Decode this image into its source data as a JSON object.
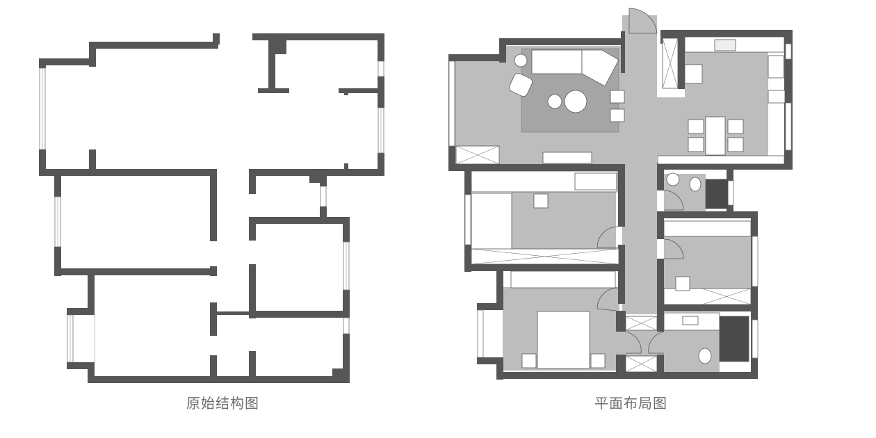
{
  "captions": {
    "original": "原始结构图",
    "layout": "平面布局图"
  },
  "colors": {
    "wall": "#565656",
    "floor": "#bdbdbd",
    "rug": "#a8a8a8",
    "furniture": "#ffffff",
    "caption": "#6e6e6e",
    "shower": "#4a4a4a"
  },
  "plans": [
    {
      "id": "original",
      "title": "原始结构图",
      "type": "empty-structure"
    },
    {
      "id": "layout",
      "title": "平面布局图",
      "type": "furnished-layout",
      "rooms": [
        "living-room",
        "kitchen-dining",
        "study",
        "master-bedroom",
        "bedroom",
        "bathroom",
        "master-bathroom",
        "corridor"
      ]
    }
  ]
}
